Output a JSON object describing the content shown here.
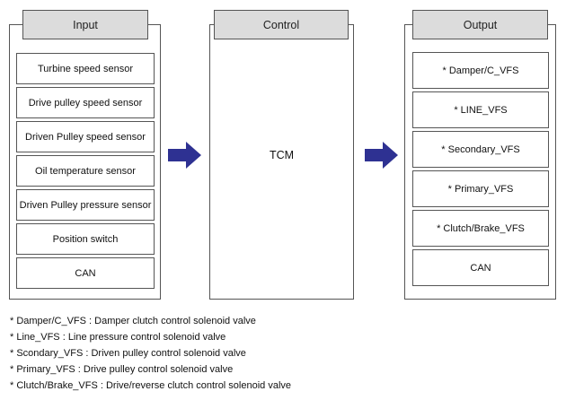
{
  "input": {
    "title": "Input",
    "items": [
      "Turbine speed sensor",
      "Drive pulley speed sensor",
      "Driven Pulley speed sensor",
      "Oil temperature sensor",
      "Driven Pulley pressure sensor",
      "Position switch",
      "CAN"
    ]
  },
  "control": {
    "title": "Control",
    "body": "TCM"
  },
  "output": {
    "title": "Output",
    "items": [
      "* Damper/C_VFS",
      "* LINE_VFS",
      "* Secondary_VFS",
      "* Primary_VFS",
      "* Clutch/Brake_VFS",
      "CAN"
    ]
  },
  "arrow_color": "#2e3192",
  "notes": [
    "* Damper/C_VFS : Damper clutch control solenoid valve",
    "* Line_VFS : Line pressure control solenoid valve",
    "* Scondary_VFS : Driven pulley control solenoid valve",
    "* Primary_VFS :  Drive pulley control solenoid valve",
    "* Clutch/Brake_VFS : Drive/reverse clutch control solenoid valve"
  ]
}
